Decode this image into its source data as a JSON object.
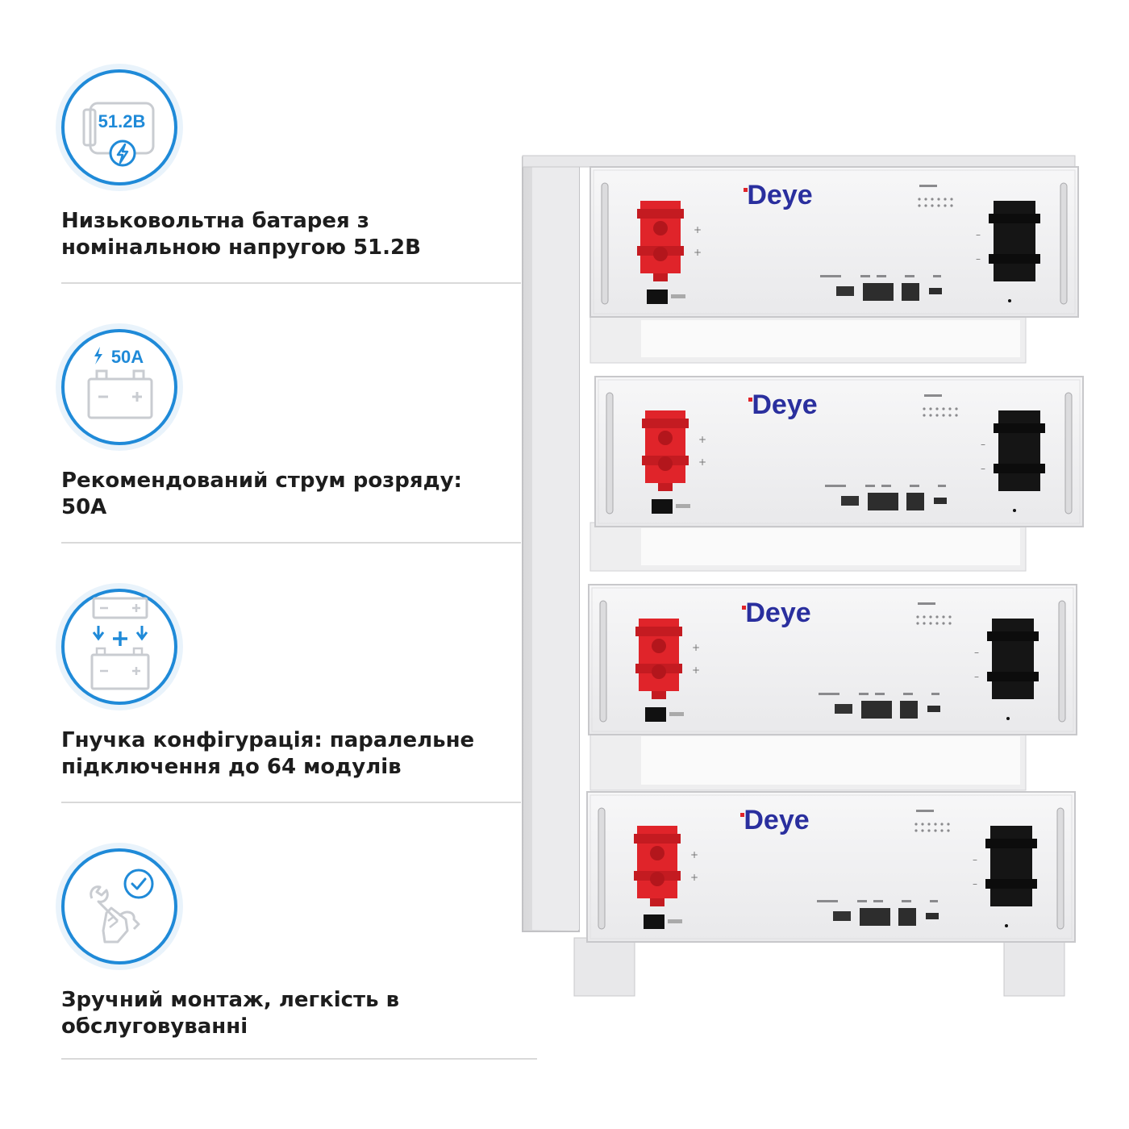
{
  "features": [
    {
      "icon": "battery-voltage-icon",
      "badge": "51.2В",
      "text_line1": "Низьковольтна батарея з",
      "text_line2": "номінальною напругою 51.2В"
    },
    {
      "icon": "battery-current-icon",
      "badge": "50A",
      "text_line1": "Рекомендований струм розряду:",
      "text_line2": "50A"
    },
    {
      "icon": "parallel-connection-icon",
      "text_line1": "Гнучка конфігурація: паралельне",
      "text_line2": "підключення до 64 модулів"
    },
    {
      "icon": "easy-maintenance-icon",
      "text_line1": "Зручний монтаж, легкість в",
      "text_line2": "обслуговуванні"
    }
  ],
  "product": {
    "brand": "Deye",
    "module_count": 4,
    "accent_color": "#1f8ad8",
    "brand_color": "#2a2f9e",
    "terminal_color": "#e0242a"
  }
}
